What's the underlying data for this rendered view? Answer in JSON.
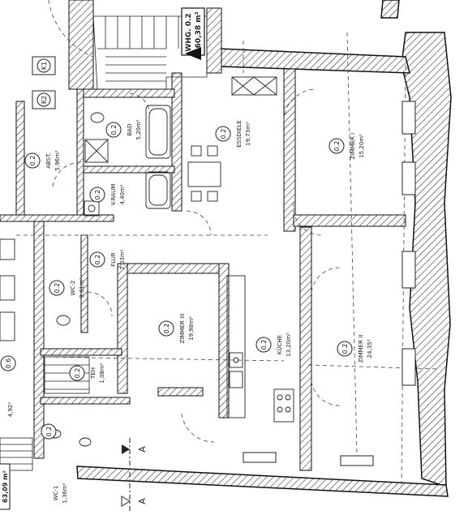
{
  "apartment": {
    "tag": "WHG. 0.2",
    "area": "160,38 m²"
  },
  "rooms": [
    {
      "id": "zimmer1",
      "badge": "0.2",
      "name": "ZIMMER I",
      "area": "15,20m²"
    },
    {
      "id": "zimmer2",
      "badge": "0.2",
      "name": "ZIMMER II",
      "area": "24,35²"
    },
    {
      "id": "zimmer3",
      "badge": "0.2",
      "name": "ZIMMER III",
      "area": "19,98m²"
    },
    {
      "id": "essdiele",
      "badge": "0.2",
      "name": "ESSDIELE",
      "area": "19,73m²"
    },
    {
      "id": "kueche",
      "badge": "0.2",
      "name": "KÜCHE",
      "area": "13,20m²"
    },
    {
      "id": "flur",
      "badge": "0.2",
      "name": "FLUR",
      "area": "7,03m²"
    },
    {
      "id": "bad",
      "badge": "0.2",
      "name": "BAD",
      "area": "5,20m²"
    },
    {
      "id": "vraum",
      "badge": "0.2",
      "name": "V.RAUM",
      "area": "4,40m²"
    },
    {
      "id": "abst",
      "badge": "0.2",
      "name": "ABST.",
      "area": "5,96m²"
    },
    {
      "id": "wc2",
      "badge": "0.2",
      "name": "WC-2",
      "area": "3,61m²"
    },
    {
      "id": "tech",
      "badge": "0.2",
      "name": "TEH",
      "area": "1,08m²"
    },
    {
      "id": "wc1",
      "badge": "0.2",
      "name": "WC-1",
      "area": "1,36m²"
    }
  ],
  "cellars": [
    "K1",
    "K2"
  ],
  "neighbor_badge": "0.6",
  "neighbor_area": "4,92²",
  "edge_area": "63,09 m²",
  "section_mark": "A"
}
